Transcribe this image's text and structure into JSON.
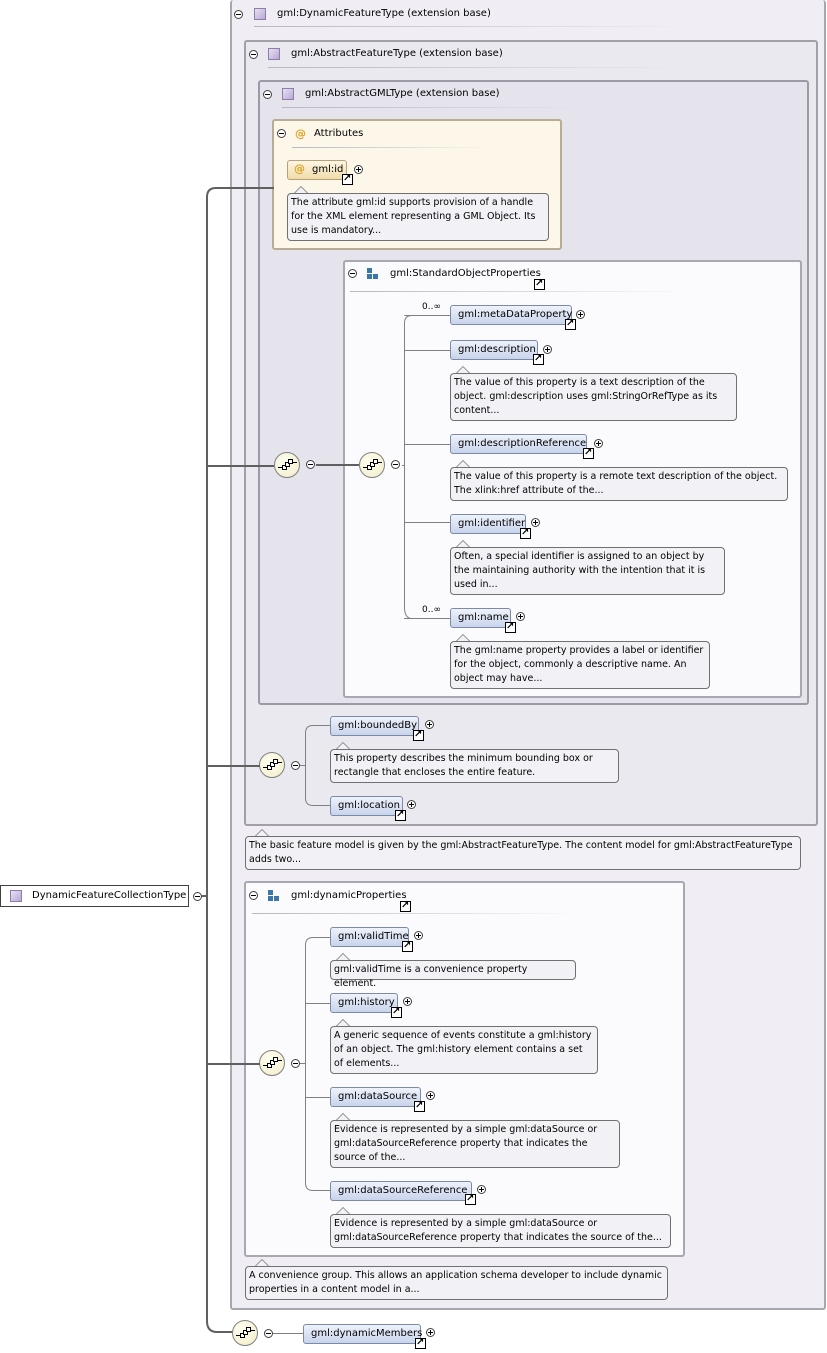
{
  "root": {
    "label": "DynamicFeatureCollectionType"
  },
  "dynamic_feature_type": {
    "label": "gml:DynamicFeatureType (extension base)"
  },
  "abstract_feature_type": {
    "label": "gml:AbstractFeatureType (extension base)",
    "doc": "The basic feature model is given by the gml:AbstractFeatureType. The content model for gml:AbstractFeatureType adds two..."
  },
  "abstract_gml_type": {
    "label": "gml:AbstractGMLType (extension base)"
  },
  "attributes": {
    "label": "Attributes",
    "id_label": "gml:id",
    "id_doc": "The attribute gml:id supports provision of a handle for the XML element representing a GML Object. Its use is mandatory..."
  },
  "standard_object_properties": {
    "label": "gml:StandardObjectProperties",
    "elements": [
      {
        "label": "gml:metaDataProperty",
        "cardinality": "0..∞",
        "doc": ""
      },
      {
        "label": "gml:description",
        "cardinality": "",
        "doc": "The value of this property is a text description of the object. gml:description uses gml:StringOrRefType as its content..."
      },
      {
        "label": "gml:descriptionReference",
        "cardinality": "",
        "doc": "The value of this property is a remote text description of the object. The xlink:href attribute of the..."
      },
      {
        "label": "gml:identifier",
        "cardinality": "",
        "doc": "Often, a special identifier is assigned to an object by the maintaining authority with the intention that it is used in..."
      },
      {
        "label": "gml:name",
        "cardinality": "0..∞",
        "doc": "The gml:name property provides a label or identifier for the object, commonly a descriptive name. An object may have..."
      }
    ]
  },
  "feature_properties": [
    {
      "label": "gml:boundedBy",
      "doc": "This property describes the minimum bounding box or rectangle that encloses the entire feature."
    },
    {
      "label": "gml:location",
      "doc": ""
    }
  ],
  "dynamic_properties": {
    "label": "gml:dynamicProperties",
    "doc": "A convenience group. This allows an application schema developer to include dynamic properties in a content model in a...",
    "elements": [
      {
        "label": "gml:validTime",
        "doc": "gml:validTime is a convenience property element."
      },
      {
        "label": "gml:history",
        "doc": "A generic sequence of events constitute a gml:history of an object. The gml:history element contains a set of elements..."
      },
      {
        "label": "gml:dataSource",
        "doc": "Evidence is represented by a simple gml:dataSource or gml:dataSourceReference property that indicates the source of the..."
      },
      {
        "label": "gml:dataSourceReference",
        "doc": "Evidence is represented by a simple gml:dataSource or gml:dataSourceReference property that indicates the source of the..."
      }
    ]
  },
  "dynamic_members": {
    "label": "gml:dynamicMembers"
  },
  "icons": {
    "complex_type": "complex-type-icon",
    "attribute": "attribute-icon",
    "group": "group-icon",
    "sequence": "sequence-compositor-icon",
    "link": "link-arrow-icon",
    "expand": "expand-plus-icon",
    "collapse": "collapse-minus-icon"
  }
}
